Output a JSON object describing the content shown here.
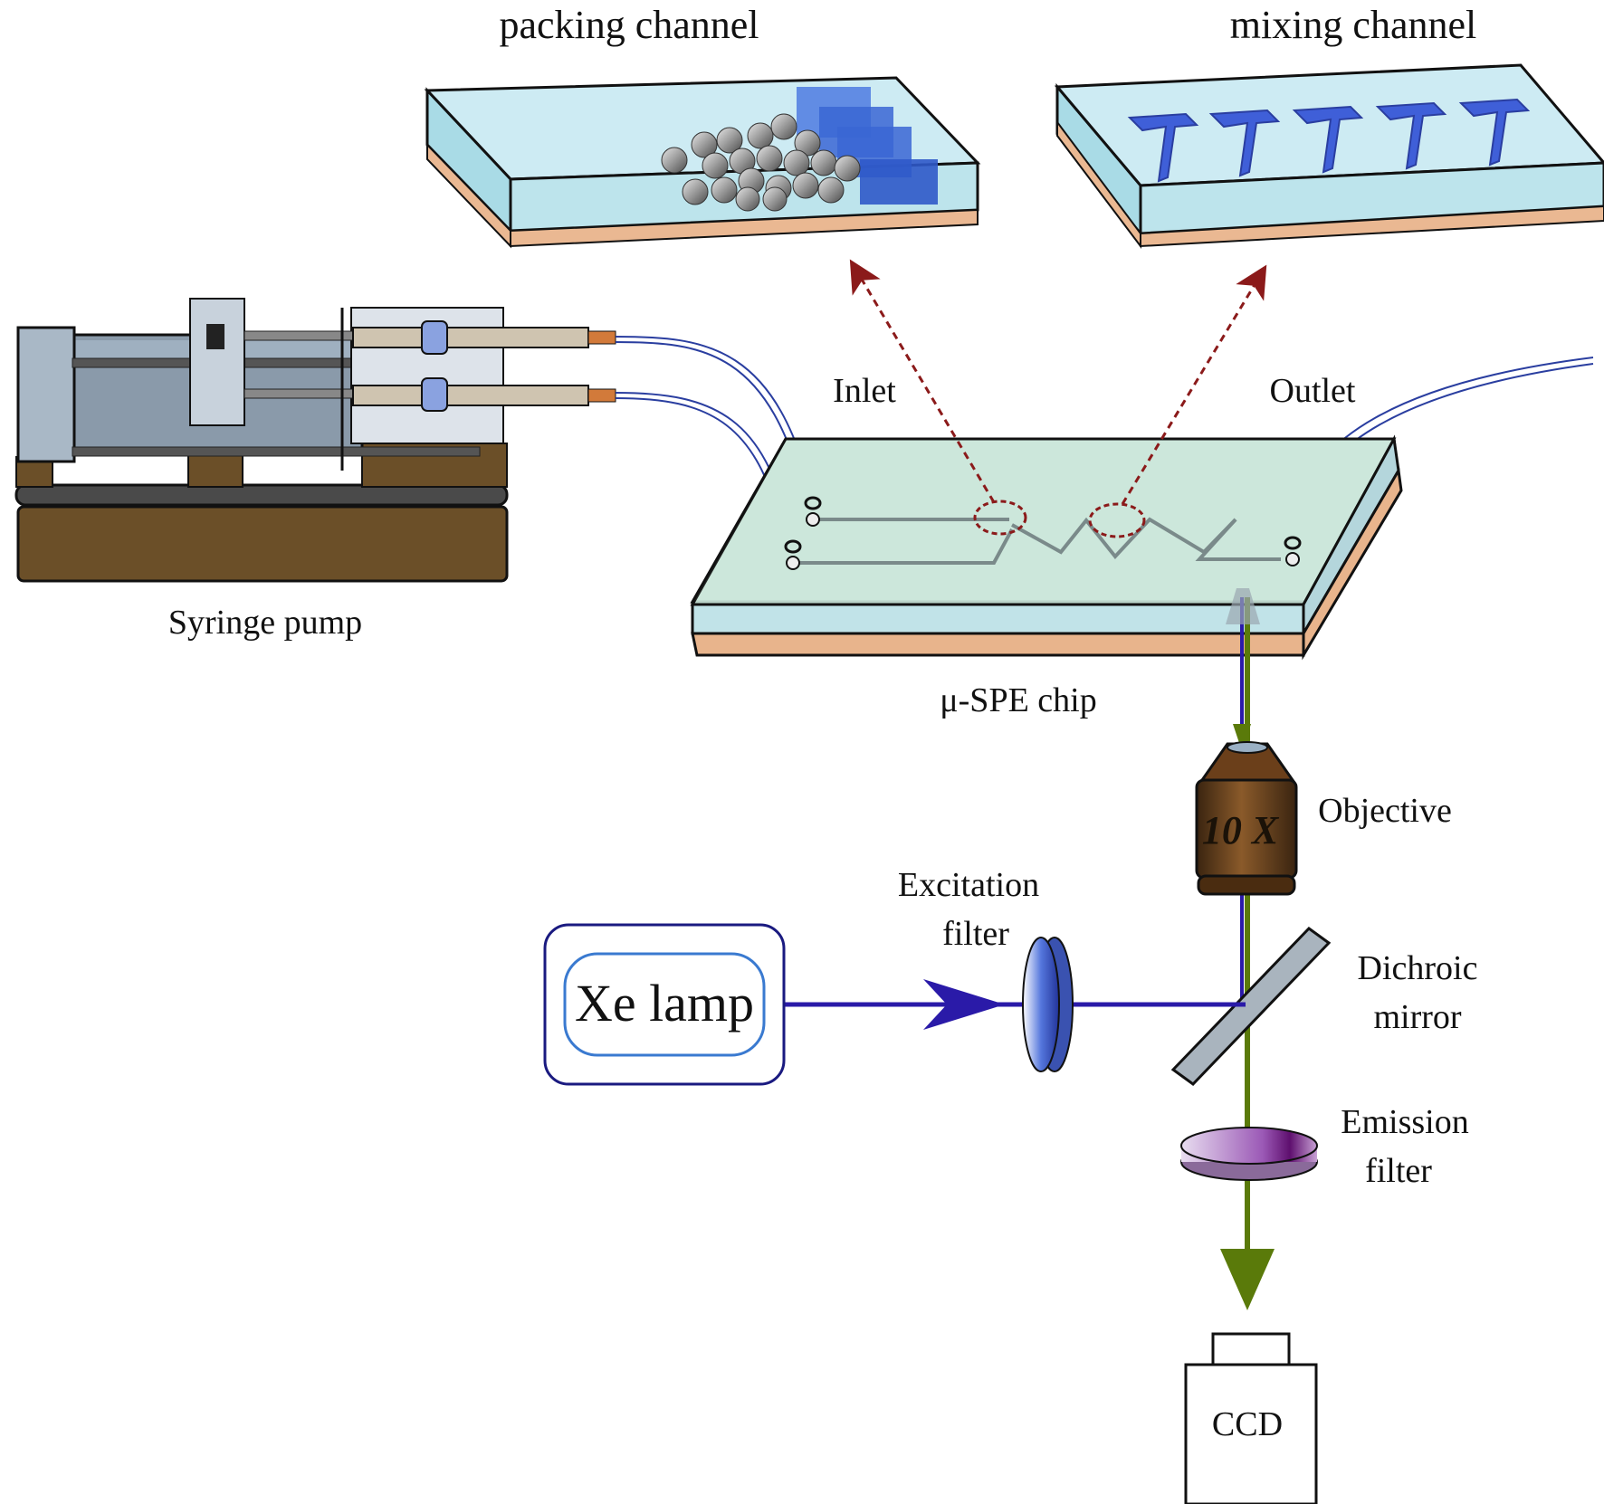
{
  "labels": {
    "packing_channel": "packing channel",
    "mixing_channel": "mixing channel",
    "inlet": "Inlet",
    "outlet": "Outlet",
    "syringe_pump": "Syringe pump",
    "chip": "μ-SPE chip",
    "objective": "Objective",
    "objective_mag": "10 X",
    "excitation_filter_line1": "Excitation",
    "excitation_filter_line2": "filter",
    "dichroic_line1": "Dichroic",
    "dichroic_line2": "mirror",
    "emission_line1": "Emission",
    "emission_line2": "filter",
    "lamp": "Xe lamp",
    "ccd": "CCD"
  },
  "colors": {
    "excitation_light": "#2a1aa8",
    "emission_light": "#5a7a0a",
    "chip_top": "#bfe6ec",
    "chip_base": "#e8b48c",
    "objective_body": "#6b3f1a",
    "pump_base": "#6b4f28",
    "dashed_arrow": "#8b1a1a",
    "filter_blue": "#4466cc",
    "emission_filter": "#7a2a8a"
  }
}
